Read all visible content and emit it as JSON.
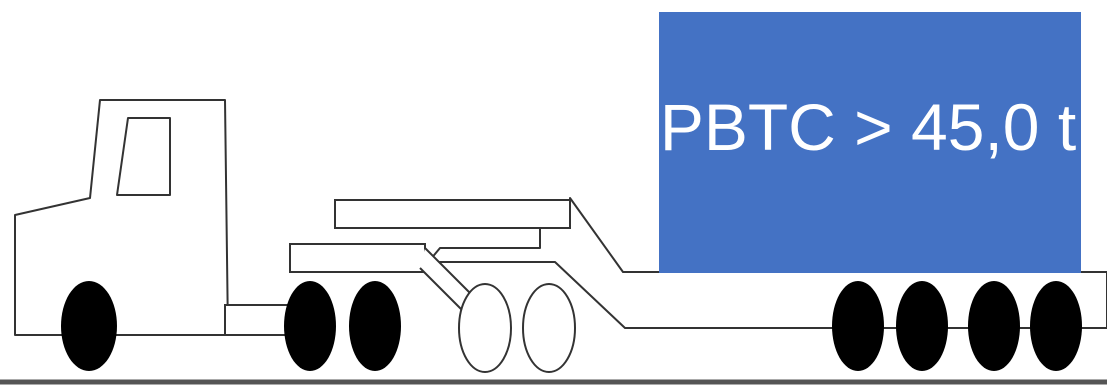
{
  "cargo": {
    "label": "PBTC > 45,0 t"
  },
  "colors": {
    "cargo_fill": "#4472C4",
    "cargo_text": "#ffffff",
    "outline": "#333333",
    "tire": "#000000",
    "ground": "#555555"
  },
  "tires": {
    "filled": 7,
    "outline_only": 2
  }
}
